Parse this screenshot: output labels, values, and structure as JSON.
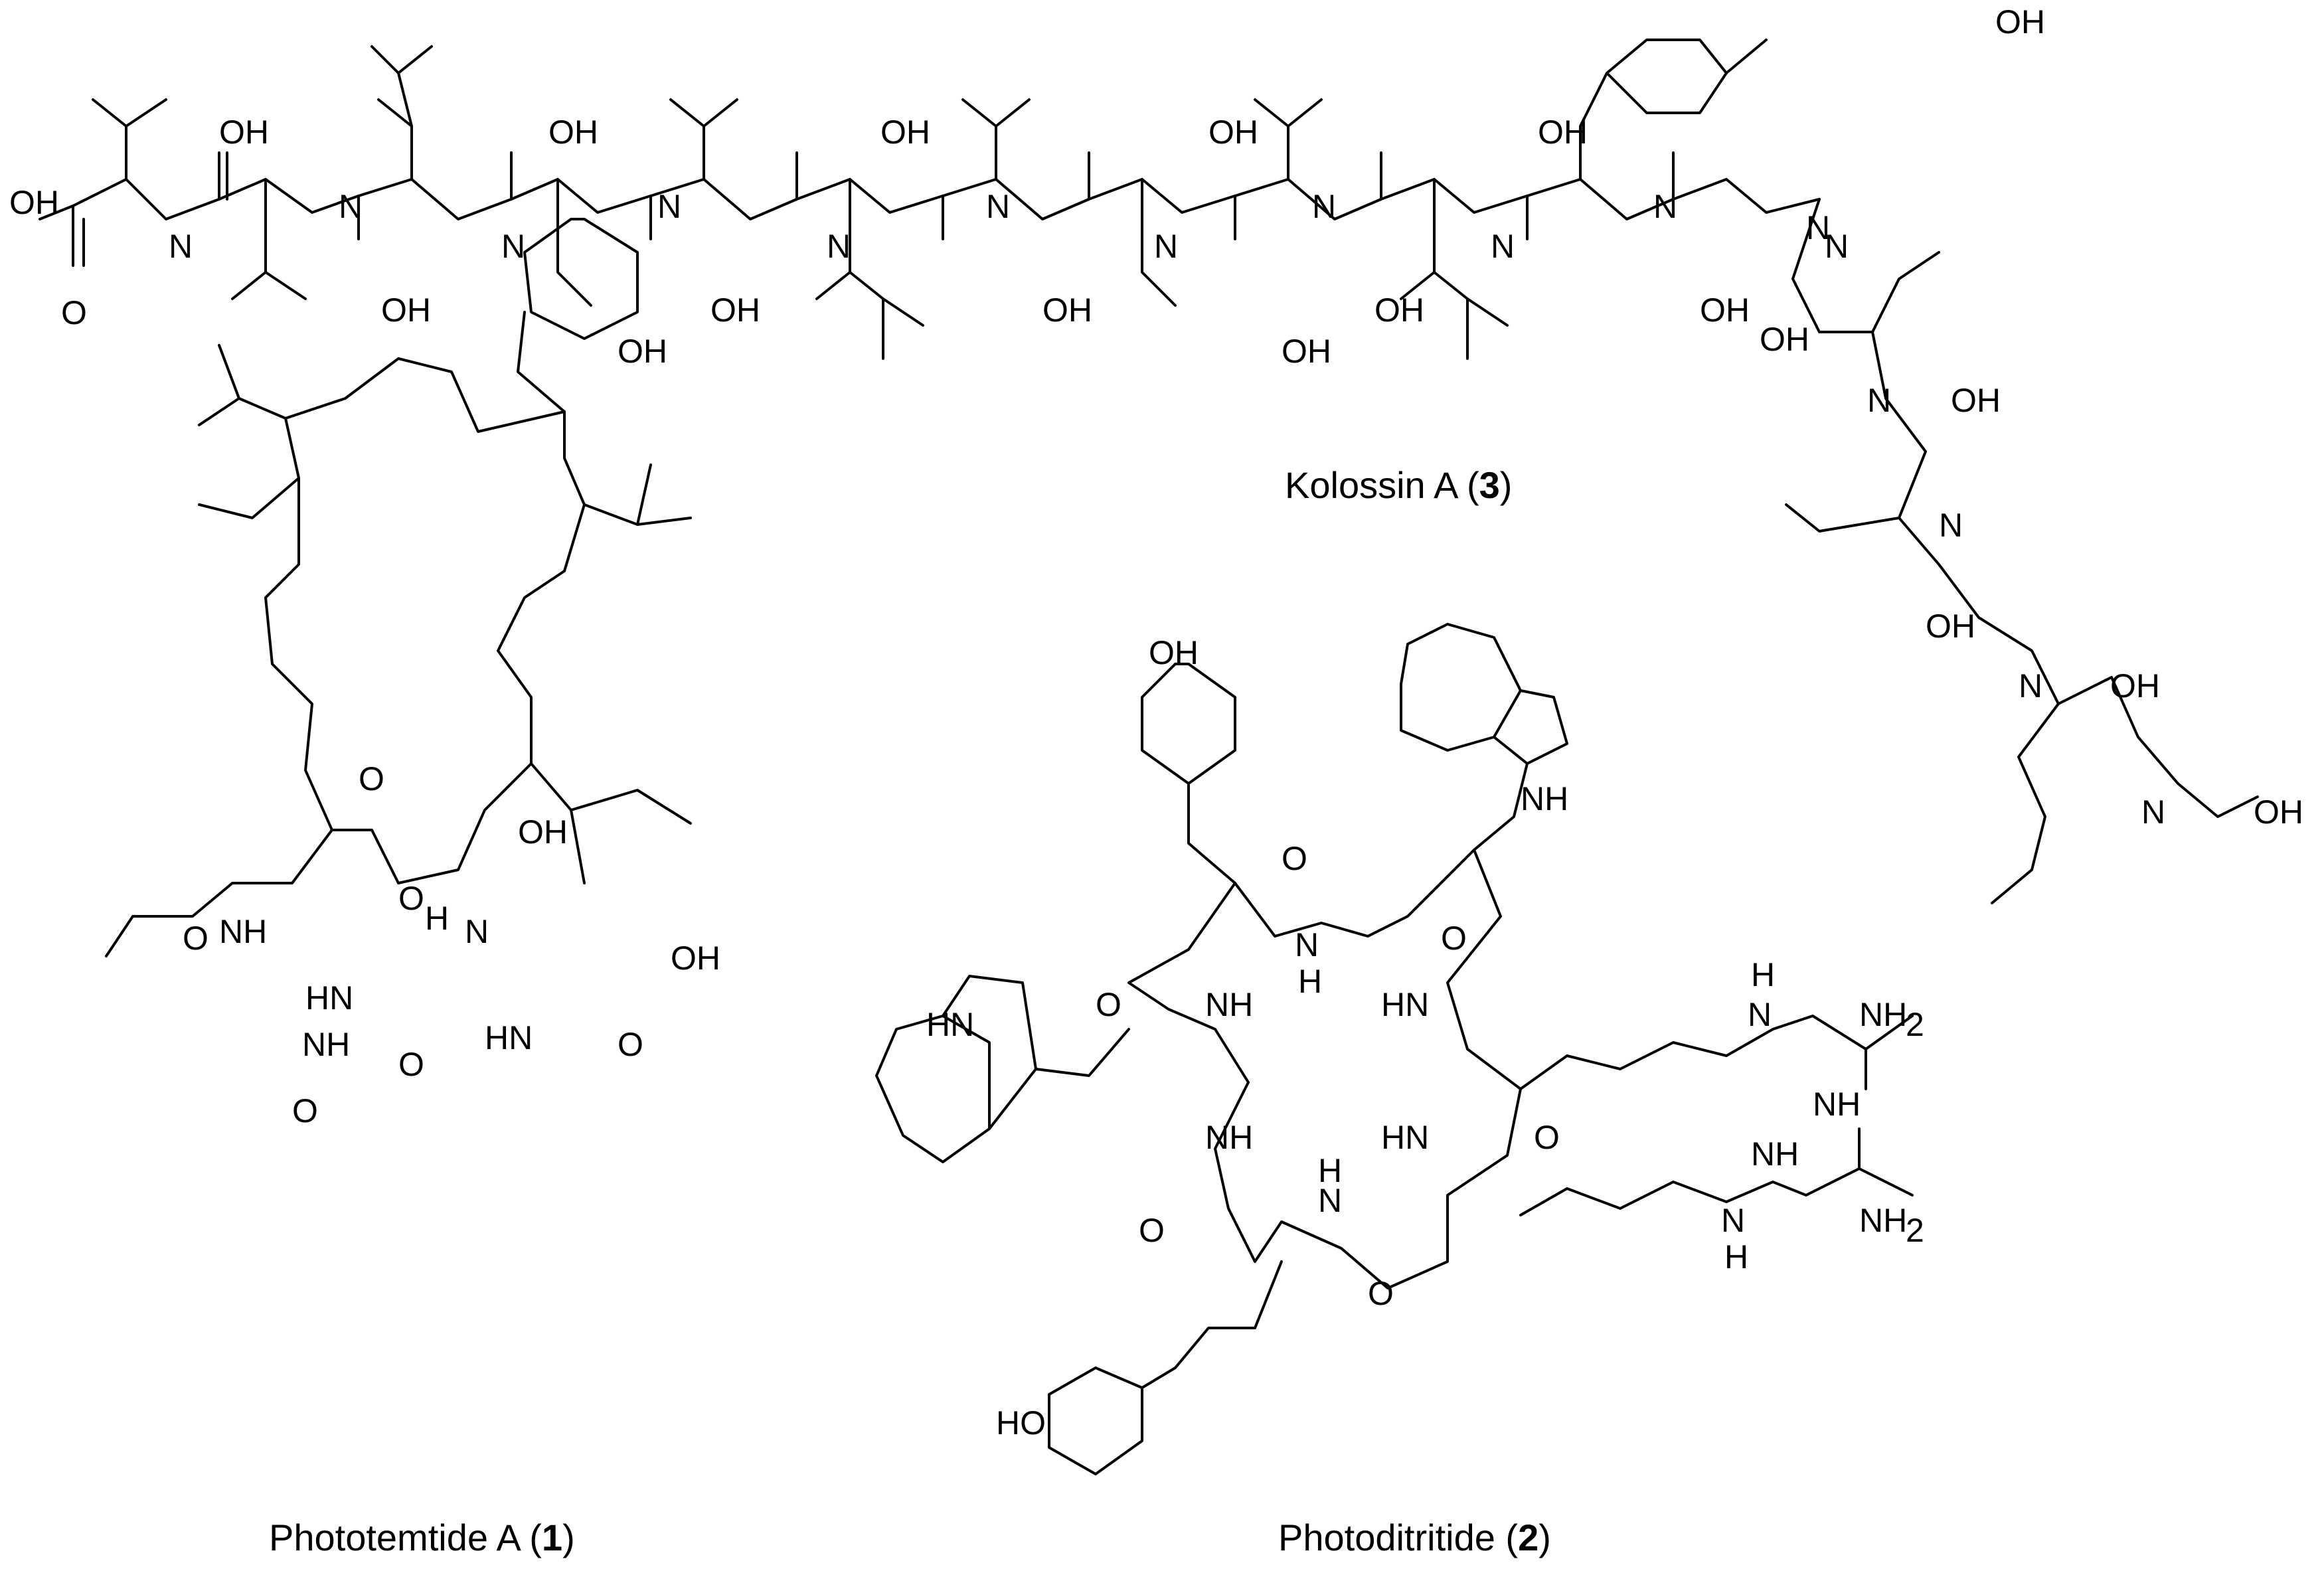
{
  "compounds": {
    "kolossin": {
      "name": "Kolossin A (",
      "number": "3",
      "close": ")"
    },
    "phototemtide": {
      "name": "Phototemtide A (",
      "number": "1",
      "close": ")"
    },
    "photoditritide": {
      "name": "Photoditritide (",
      "number": "2",
      "close": ")"
    }
  },
  "atom_labels": {
    "oh": "OH",
    "ho": "HO",
    "n": "N",
    "o": "O",
    "nh": "NH",
    "hn": "HN",
    "h": "H",
    "nh2": "NH",
    "sub2": "2"
  }
}
